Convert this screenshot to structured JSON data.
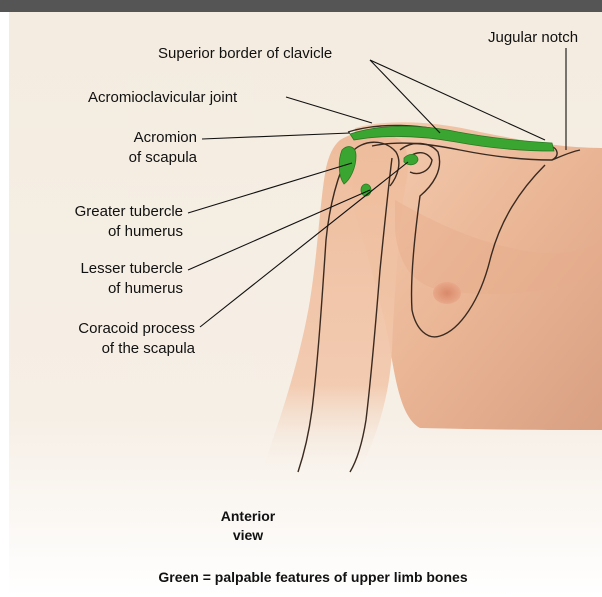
{
  "labels": {
    "jugular_notch": "Jugular notch",
    "superior_border": "Superior border of clavicle",
    "ac_joint": "Acromioclavicular joint",
    "acromion_1": "Acromion",
    "acromion_2": "of scapula",
    "greater_tubercle_1": "Greater tubercle",
    "greater_tubercle_2": "of humerus",
    "lesser_tubercle_1": "Lesser tubercle",
    "lesser_tubercle_2": "of humerus",
    "coracoid_1": "Coracoid process",
    "coracoid_2": "of the scapula",
    "view_1": "Anterior",
    "view_2": "view",
    "caption": "Green = palpable features of upper limb bones"
  },
  "colors": {
    "palpable_green": "#3aa530",
    "skin": "#f0c2a4",
    "skin_shadow": "#dc9d7c",
    "background_paper": "#f7f1e6",
    "header_bar": "#5a5a5a"
  }
}
